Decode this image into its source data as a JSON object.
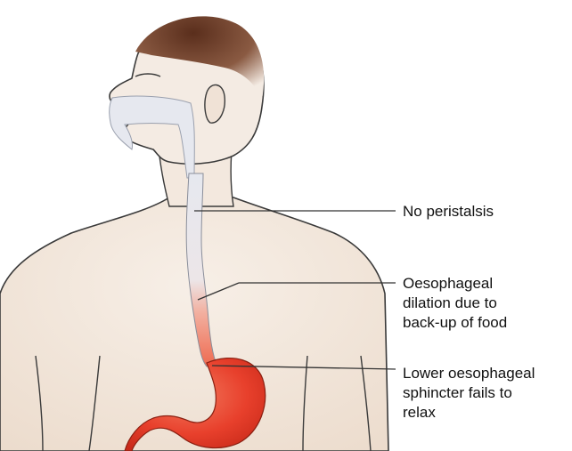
{
  "labels": {
    "peristalsis": [
      "No peristalsis"
    ],
    "dilation": [
      "Oesophageal",
      "dilation due to",
      "back-up of food"
    ],
    "sphincter": [
      "Lower oesophageal",
      "sphincter fails to",
      "relax"
    ]
  },
  "colors": {
    "skin": "#f4ebe3",
    "skin_shadow": "#e8d8ca",
    "outline": "#2a2a2a",
    "hair": "#5a2e1c",
    "oesophagus": "#e4e6ee",
    "dilation_fill": "#f2a898",
    "stomach": "#e8402c",
    "leader_line": "#333333"
  }
}
